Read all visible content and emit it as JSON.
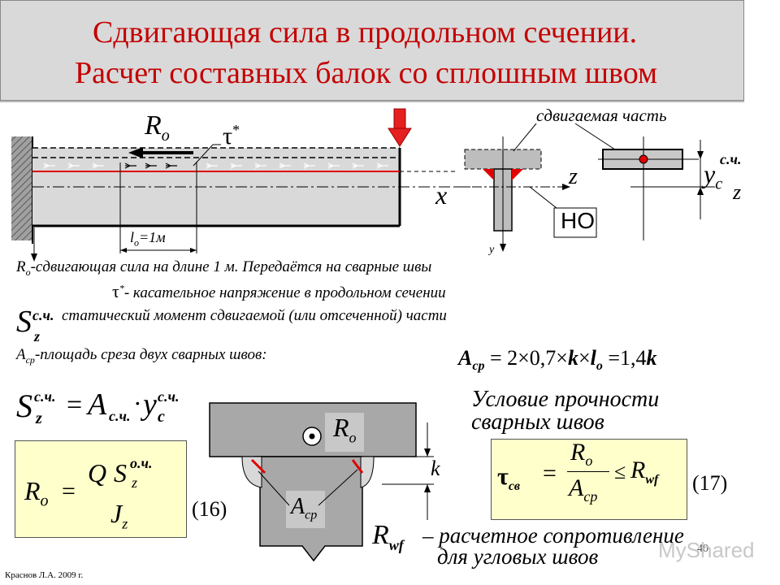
{
  "title": {
    "line1": "Сдвигающая сила в продольном сечении.",
    "line2": "Расчет составных балок со сплошным швом"
  },
  "beam": {
    "force_label": "R",
    "force_sub": "o",
    "tau_label": "τ",
    "tau_sup": "*",
    "length_label": "l",
    "length_sub": "o",
    "length_value": "=1м",
    "axis_x": "x"
  },
  "section1": {
    "caption": "сдвигаемая часть",
    "axis_z": "z",
    "axis_y": "y",
    "neutral_label": "НО"
  },
  "section2": {
    "label_sc": "с.ч.",
    "label_y": "y",
    "label_y_sub": "c",
    "axis_z": "z"
  },
  "desc": {
    "line1_sym": "R",
    "line1_sub": "o",
    "line1_text": "-сдвигающая сила на длине 1 м. Передаётся на сварные швы",
    "line2_sym": "τ",
    "line2_sup": "*",
    "line2_text": "- касательное напряжение в продольном сечении",
    "line3_sup": "с.ч.",
    "line3_text": "статический момент сдвигаемой (или отсеченной) части",
    "line4_sym": "A",
    "line4_sub": "ср",
    "line4_text": "-площадь среза двух  сварных швов:"
  },
  "formula_acp": {
    "lhs": "A",
    "lhs_sub": "ср",
    "rhs": "= 2×0,7×",
    "k": "k",
    "times": "×",
    "l": "l",
    "l_sub": "o",
    "eq": "=1,4",
    "k2": "k"
  },
  "formula_s": {
    "S": "S",
    "sup": "с.ч.",
    "sub": "z",
    "eq": "=",
    "A": "A",
    "A_sub": "с.ч.",
    "dot": "·",
    "y": "y",
    "y_sup": "с.ч.",
    "y_sub": "c"
  },
  "formula16": {
    "R": "R",
    "R_sub": "o",
    "eq": "=",
    "Q": "Q",
    "S": "S",
    "S_sup": "о.ч.",
    "S_sub": "z",
    "J": "J",
    "J_sub": "z",
    "number": "(16)"
  },
  "weld": {
    "R": "R",
    "R_sub": "o",
    "k": "k",
    "A": "A",
    "A_sub": "ср"
  },
  "condition": {
    "line1": "Условие прочности",
    "line2": "сварных швов"
  },
  "formula17": {
    "tau": "τ",
    "tau_sub": "св",
    "eq": "=",
    "R": "R",
    "R_sub": "o",
    "A": "A",
    "A_sub": "ср",
    "le": "≤",
    "Rw": "R",
    "Rw_sub": "wf",
    "number": "(17)"
  },
  "rwf": {
    "sym": "R",
    "sub": "wf",
    "line1": "– расчетное сопротивление",
    "line2": "для угловых  швов"
  },
  "footer": {
    "author": "Краснов Л.А. 2009 г.",
    "page": "40",
    "watermark": "MyShared"
  }
}
